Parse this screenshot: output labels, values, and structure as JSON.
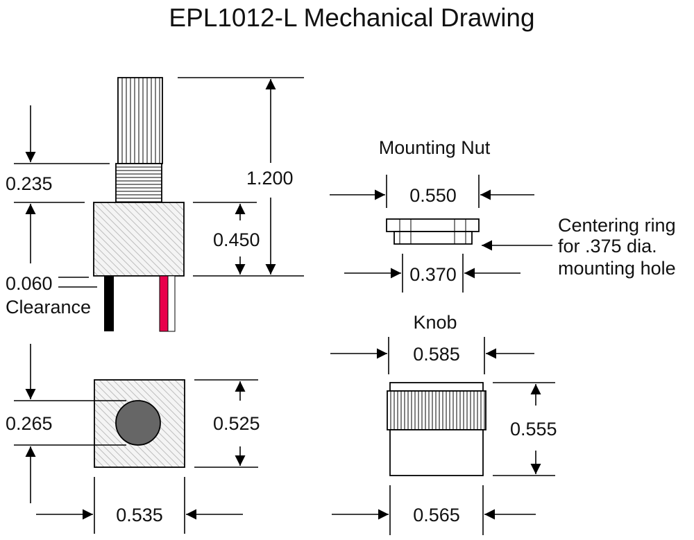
{
  "title": "EPL1012-L Mechanical Drawing",
  "colors": {
    "body_fill": "#f2f2f2",
    "hatch": "#bdbdbd",
    "lead_black": "#000000",
    "lead_red": "#e8004c",
    "lead_white": "#ffffff",
    "actuator_fill": "#666666"
  },
  "side_view": {
    "dim_shaft": "0.235",
    "dim_total": "1.200",
    "dim_body": "0.450",
    "dim_clearance": "0.060",
    "clearance_label": "Clearance"
  },
  "top_view": {
    "dim_center": "0.265",
    "dim_height": "0.525",
    "dim_width": "0.535"
  },
  "mounting_nut": {
    "label": "Mounting Nut",
    "dim_outer": "0.550",
    "dim_inner": "0.370",
    "note_line1": "Centering ring",
    "note_line2": "for .375 dia.",
    "note_line3": "mounting hole"
  },
  "knob": {
    "label": "Knob",
    "dim_top": "0.585",
    "dim_height": "0.555",
    "dim_bottom": "0.565"
  }
}
